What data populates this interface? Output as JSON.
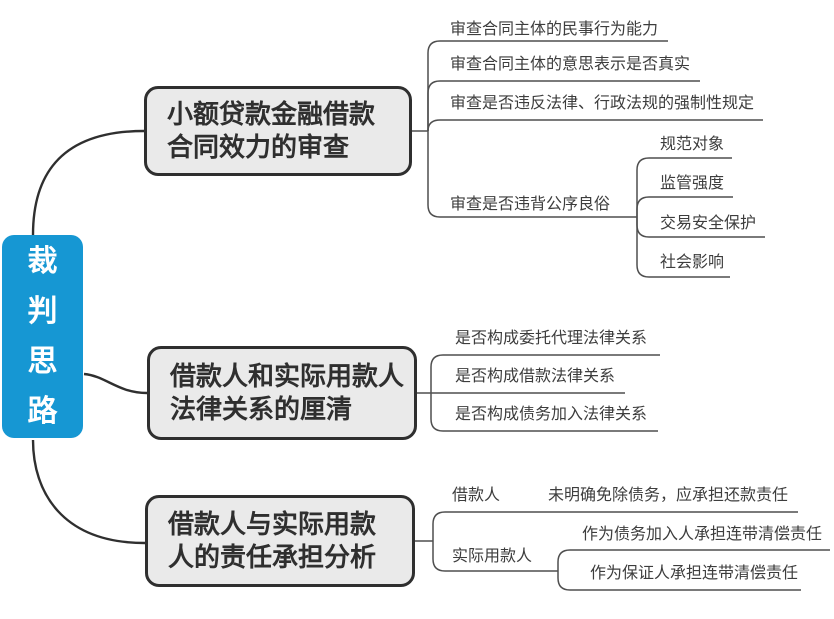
{
  "title": "裁判思路思维导图",
  "colors": {
    "root_bg": "#1697D3",
    "root_text": "#FFFFFF",
    "branch_bg": "#EAEAEA",
    "branch_border": "#2F2F2F",
    "branch_text": "#2F2F2F",
    "topic_text": "#3D3D3D",
    "connector_dark": "#2F2F2F",
    "connector_gray": "#4F4F4F",
    "background": "#FFFFFF"
  },
  "root": {
    "label": "裁判思路"
  },
  "branches": [
    {
      "title": "小额贷款金融借款\n合同效力的审查",
      "children": [
        {
          "label": "审查合同主体的民事行为能力"
        },
        {
          "label": "审查合同主体的意思表示是否真实"
        },
        {
          "label": "审查是否违反法律、行政法规的强制性规定"
        },
        {
          "label": "审查是否违背公序良俗",
          "children": [
            {
              "label": "规范对象"
            },
            {
              "label": "监管强度"
            },
            {
              "label": "交易安全保护"
            },
            {
              "label": "社会影响"
            }
          ]
        }
      ]
    },
    {
      "title": "借款人和实际用款人\n法律关系的厘清",
      "children": [
        {
          "label": "是否构成委托代理法律关系"
        },
        {
          "label": "是否构成借款法律关系"
        },
        {
          "label": "是否构成债务加入法律关系"
        }
      ]
    },
    {
      "title": "借款人与实际用款\n人的责任承担分析",
      "children": [
        {
          "label": "借款人",
          "note": "未明确免除债务，应承担还款责任"
        },
        {
          "label": "实际用款人",
          "children": [
            {
              "label": "作为债务加入人承担连带清偿责任"
            },
            {
              "label": "作为保证人承担连带清偿责任"
            }
          ]
        }
      ]
    }
  ]
}
